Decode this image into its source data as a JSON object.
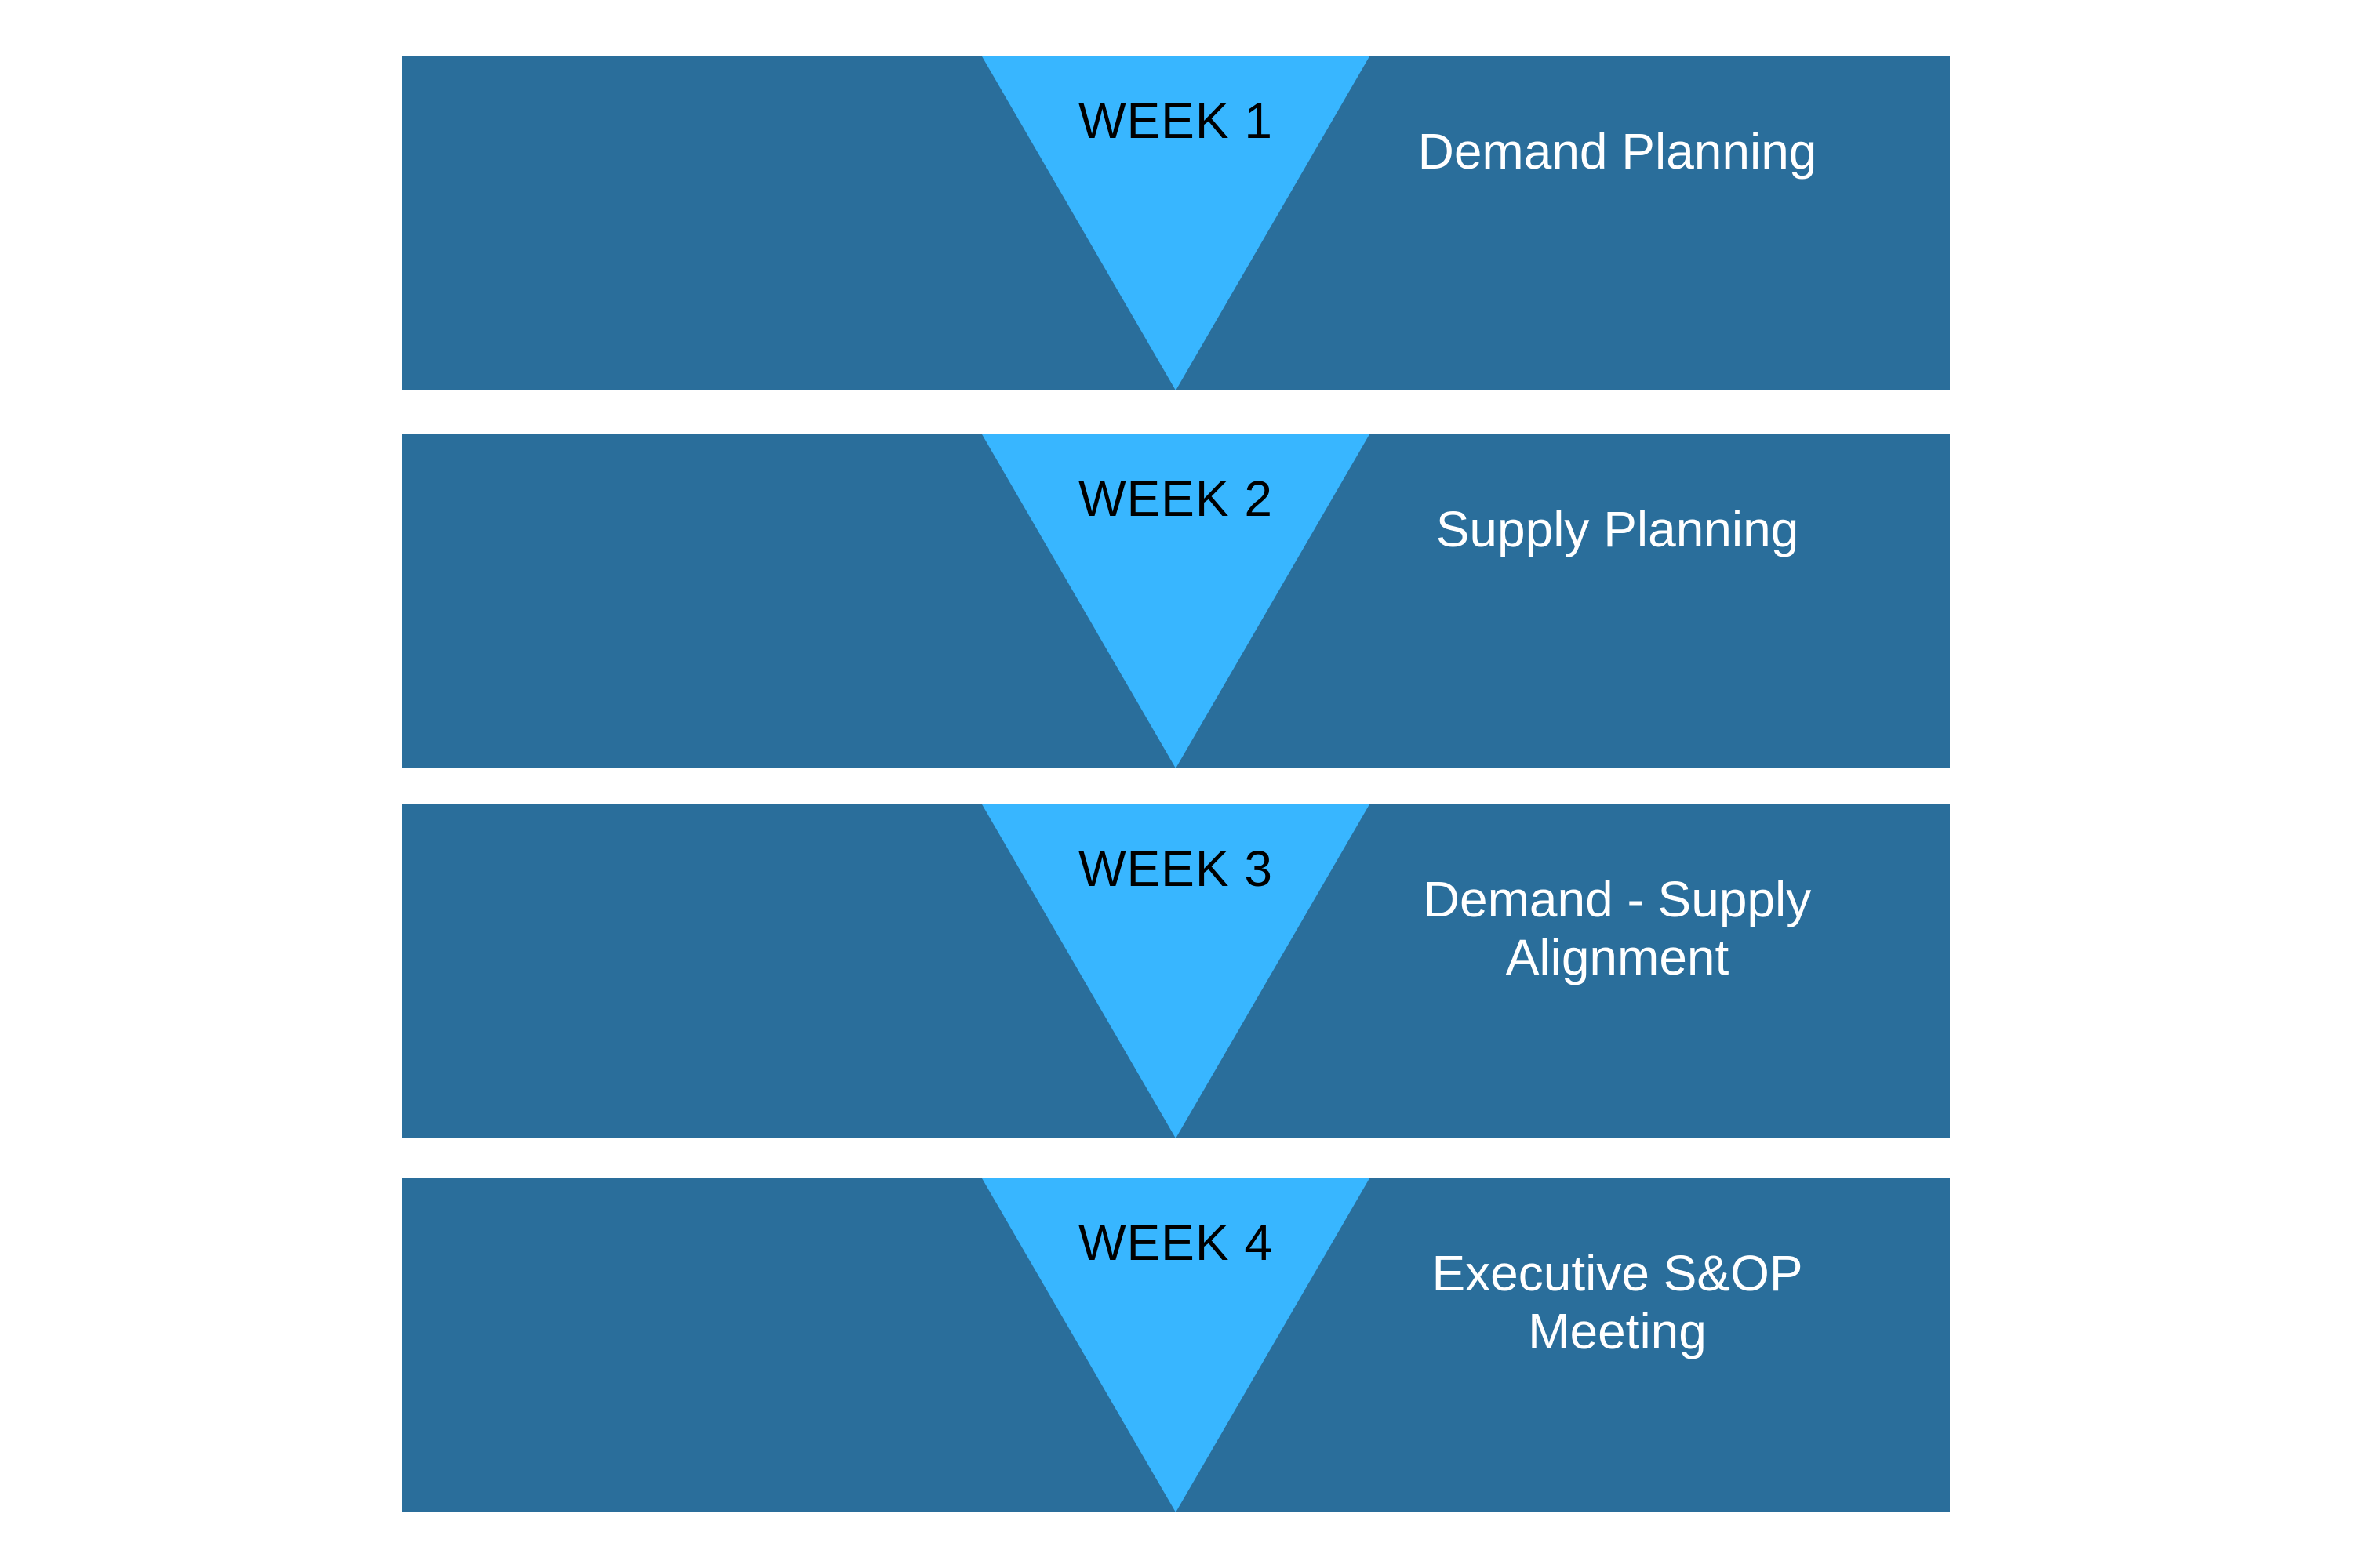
{
  "colors": {
    "bar_color": "#2A6E9B",
    "triangle_color": "#38B6FF",
    "week_text_color": "#000000",
    "phase_text_color": "#FFFFFF",
    "page_background": "#FFFFFF"
  },
  "rows": [
    {
      "week_label": "WEEK 1",
      "phase_label": "Demand Planning"
    },
    {
      "week_label": "WEEK 2",
      "phase_label": "Supply Planning"
    },
    {
      "week_label": "WEEK 3",
      "phase_label": "Demand - Supply\nAlignment"
    },
    {
      "week_label": "WEEK 4",
      "phase_label": "Executive S&OP\nMeeting"
    }
  ]
}
